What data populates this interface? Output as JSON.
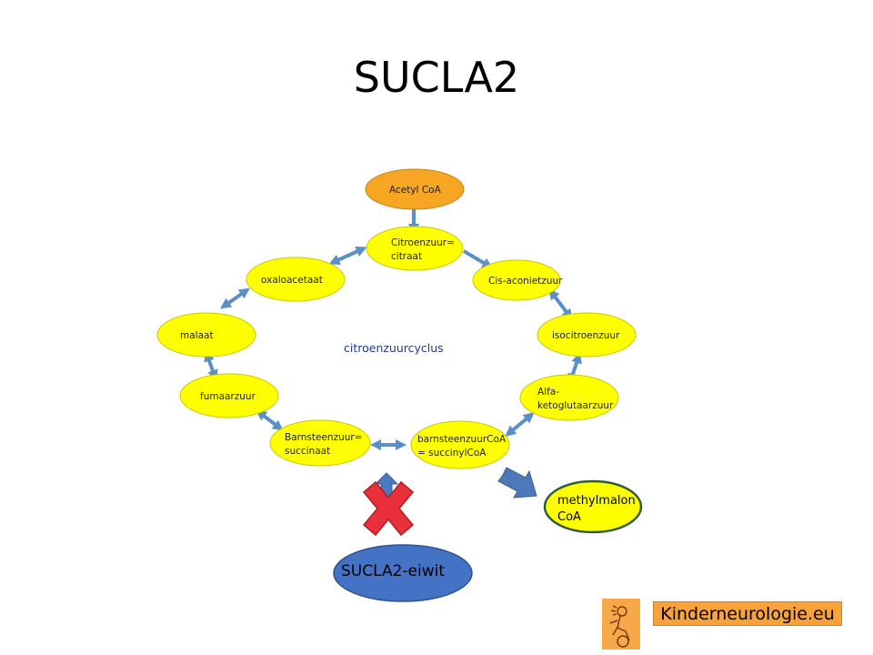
{
  "title": "SUCLA2",
  "cycle_label": "citroenzuurcyclus",
  "nodes": {
    "acetyl_coa": "Acetyl CoA",
    "citroenzuur_1": "Citroenzuur=",
    "citroenzuur_2": "citraat",
    "cis_aconietzuur": "Cis-aconietzuur",
    "isocitroenzuur": "isocitroenzuur",
    "alfa_1": "Alfa-",
    "alfa_2": "ketoglutaarzuur",
    "barnsteenzuurcoa_1": "barnsteenzuurCoA",
    "barnsteenzuurcoa_2": "= succinylCoA",
    "barnsteenzuur_1": "Barnsteenzuur=",
    "barnsteenzuur_2": "succinaat",
    "fumaarzuur": "fumaarzuur",
    "malaat": "malaat",
    "oxaloacetaat": "oxaloacetaat"
  },
  "methylmalon": {
    "line1": "methylmalon",
    "line2": "CoA"
  },
  "protein": "SUCLA2-eiwit",
  "brand": "Kinderneurologie.eu",
  "colors": {
    "node_fill": "#ffff00",
    "acetyl_fill": "#f6a623",
    "arrow": "#5b8fc7",
    "cross": "#e8303a",
    "protein_fill": "#4472c4",
    "brand_orange": "#f7a23a"
  }
}
